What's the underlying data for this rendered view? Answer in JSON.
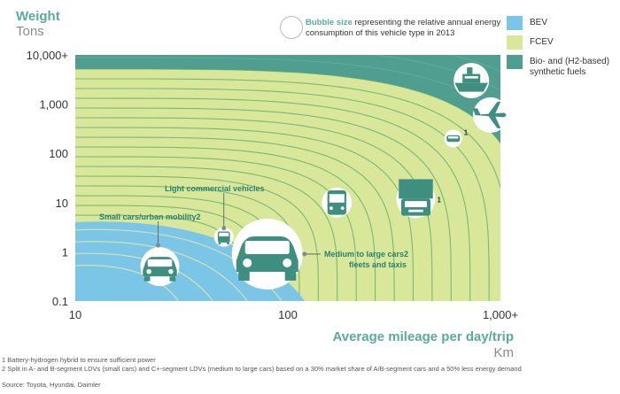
{
  "chart_data": {
    "type": "bubble-area",
    "y_title": "Weight",
    "y_unit": "Tons",
    "x_title": "Average mileage per day/trip",
    "x_unit": "Km",
    "x_scale": "log",
    "y_scale": "log",
    "x_ticks": [
      "10",
      "100",
      "1,000+"
    ],
    "y_ticks": [
      "10,000+",
      "1,000",
      "100",
      "10",
      "1",
      "0.1"
    ],
    "xlim": [
      10,
      1000
    ],
    "ylim": [
      0.1,
      10000
    ],
    "legend": [
      {
        "name": "BEV",
        "color": "#7bc6e6"
      },
      {
        "name": "FCEV",
        "color": "#d9e79b"
      },
      {
        "name": "Bio- and (H2-based) synthetic fuels",
        "color": "#4f9e8f"
      }
    ],
    "bubble_note_bold": "Bubble size",
    "bubble_note_rest": " representing the relative annual energy consumption of this vehicle type in 2013",
    "vehicles": [
      {
        "name": "Small cars/urban mobility",
        "sup": "2",
        "x": 25,
        "y": 0.5,
        "size": 22,
        "icon": "car-icon"
      },
      {
        "name": "Light commercial vehicles",
        "sup": "",
        "x": 50,
        "y": 2.0,
        "size": 11,
        "icon": "van-icon"
      },
      {
        "name": "Medium to large cars",
        "sup": "2",
        "x2": "fleets and taxis",
        "x": 80,
        "y": 0.9,
        "size": 40,
        "icon": "car-icon"
      },
      {
        "name": "",
        "sup": "",
        "x": 170,
        "y": 10,
        "size": 17,
        "icon": "bus-icon"
      },
      {
        "name": "",
        "sup": "1",
        "x": 400,
        "y": 12,
        "size": 22,
        "icon": "truck-icon"
      },
      {
        "name": "",
        "sup": "1",
        "x": 600,
        "y": 200,
        "size": 10,
        "icon": "train-icon"
      },
      {
        "name": "",
        "sup": "",
        "x": 730,
        "y": 3000,
        "size": 20,
        "icon": "ship-icon"
      },
      {
        "name": "",
        "sup": "",
        "x": 900,
        "y": 600,
        "size": 20,
        "icon": "plane-icon"
      }
    ]
  },
  "footnotes": [
    "1 Battery-hydrogen hybrid to ensure sufficient power",
    "2 Split in A- and B-segment LDVs (small cars) and C+-segment LDVs (medium to large cars) based on a 30% market share of A/B-segment cars and a 50% less energy demand",
    "Source: Toyota, Hyundai, Daimler"
  ],
  "colors": {
    "bev": "#7bc6e6",
    "fcev": "#d9e79b",
    "synth": "#4f9e8f",
    "accent": "#5aab9c",
    "icon": "#3f8f80"
  }
}
